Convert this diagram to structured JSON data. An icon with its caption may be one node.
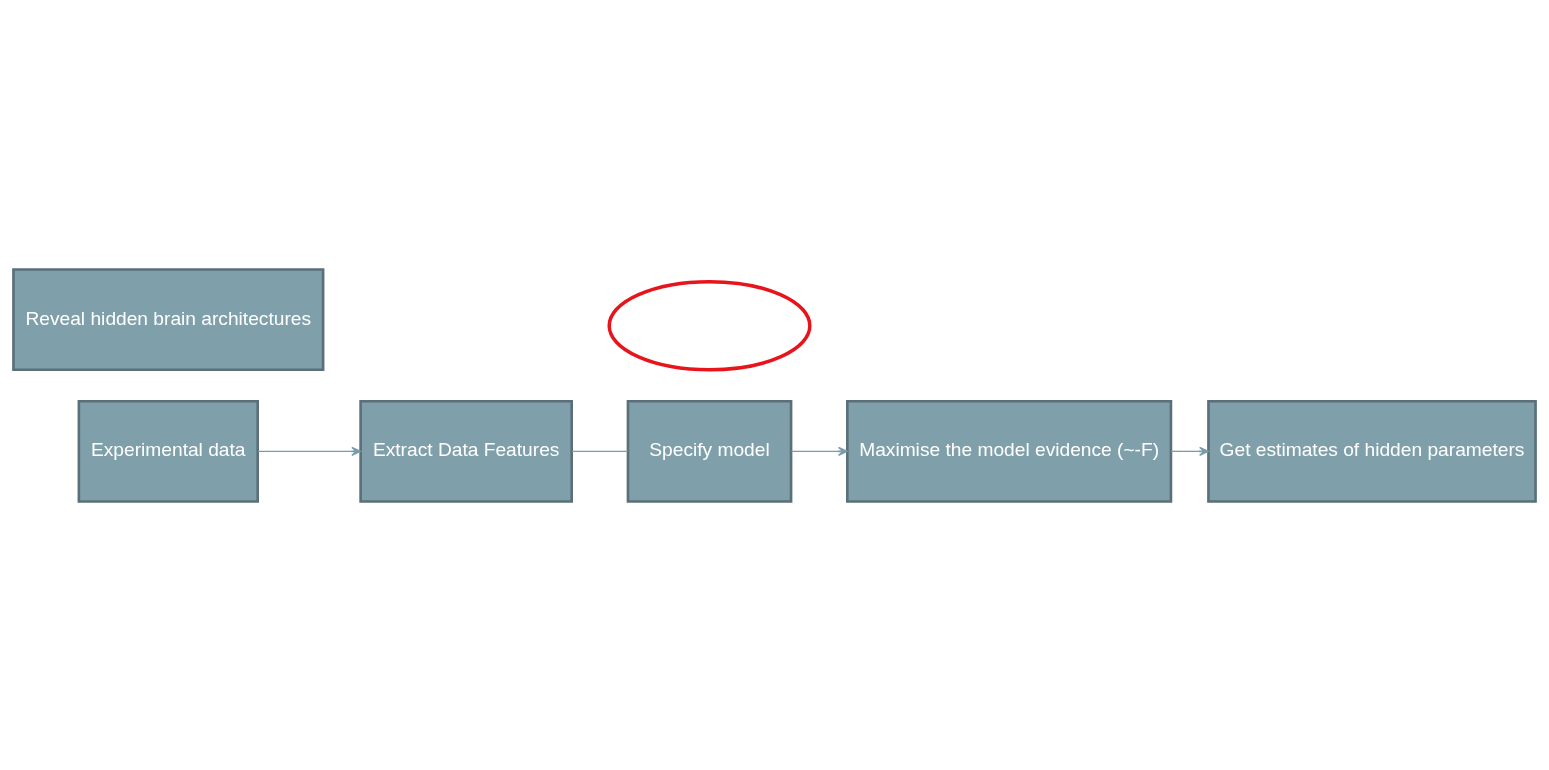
{
  "diagram": {
    "nodes": [
      {
        "text": [
          "Experimental data"
        ]
      },
      {
        "text": [
          "Extract Data Features"
        ]
      },
      {
        "text": [
          "Specify model"
        ]
      },
      {
        "text": [],
        "shape": "ellipse"
      },
      {
        "text": [
          "Maximise the model evidence (~-F)"
        ]
      },
      {
        "text": [
          "Reveal hidden brain architectures"
        ]
      },
      {
        "text": [
          "Get estimates of hidden parameters"
        ]
      }
    ],
    "edges": [
      {
        "from": 0,
        "to": 1,
        "arrow": "to"
      },
      {
        "from": 1,
        "to": 2,
        "arrow": "none"
      },
      {
        "from": 2,
        "to": 4,
        "arrow": "to"
      },
      {
        "from": 4,
        "to": 6,
        "arrow": "to"
      }
    ]
  }
}
